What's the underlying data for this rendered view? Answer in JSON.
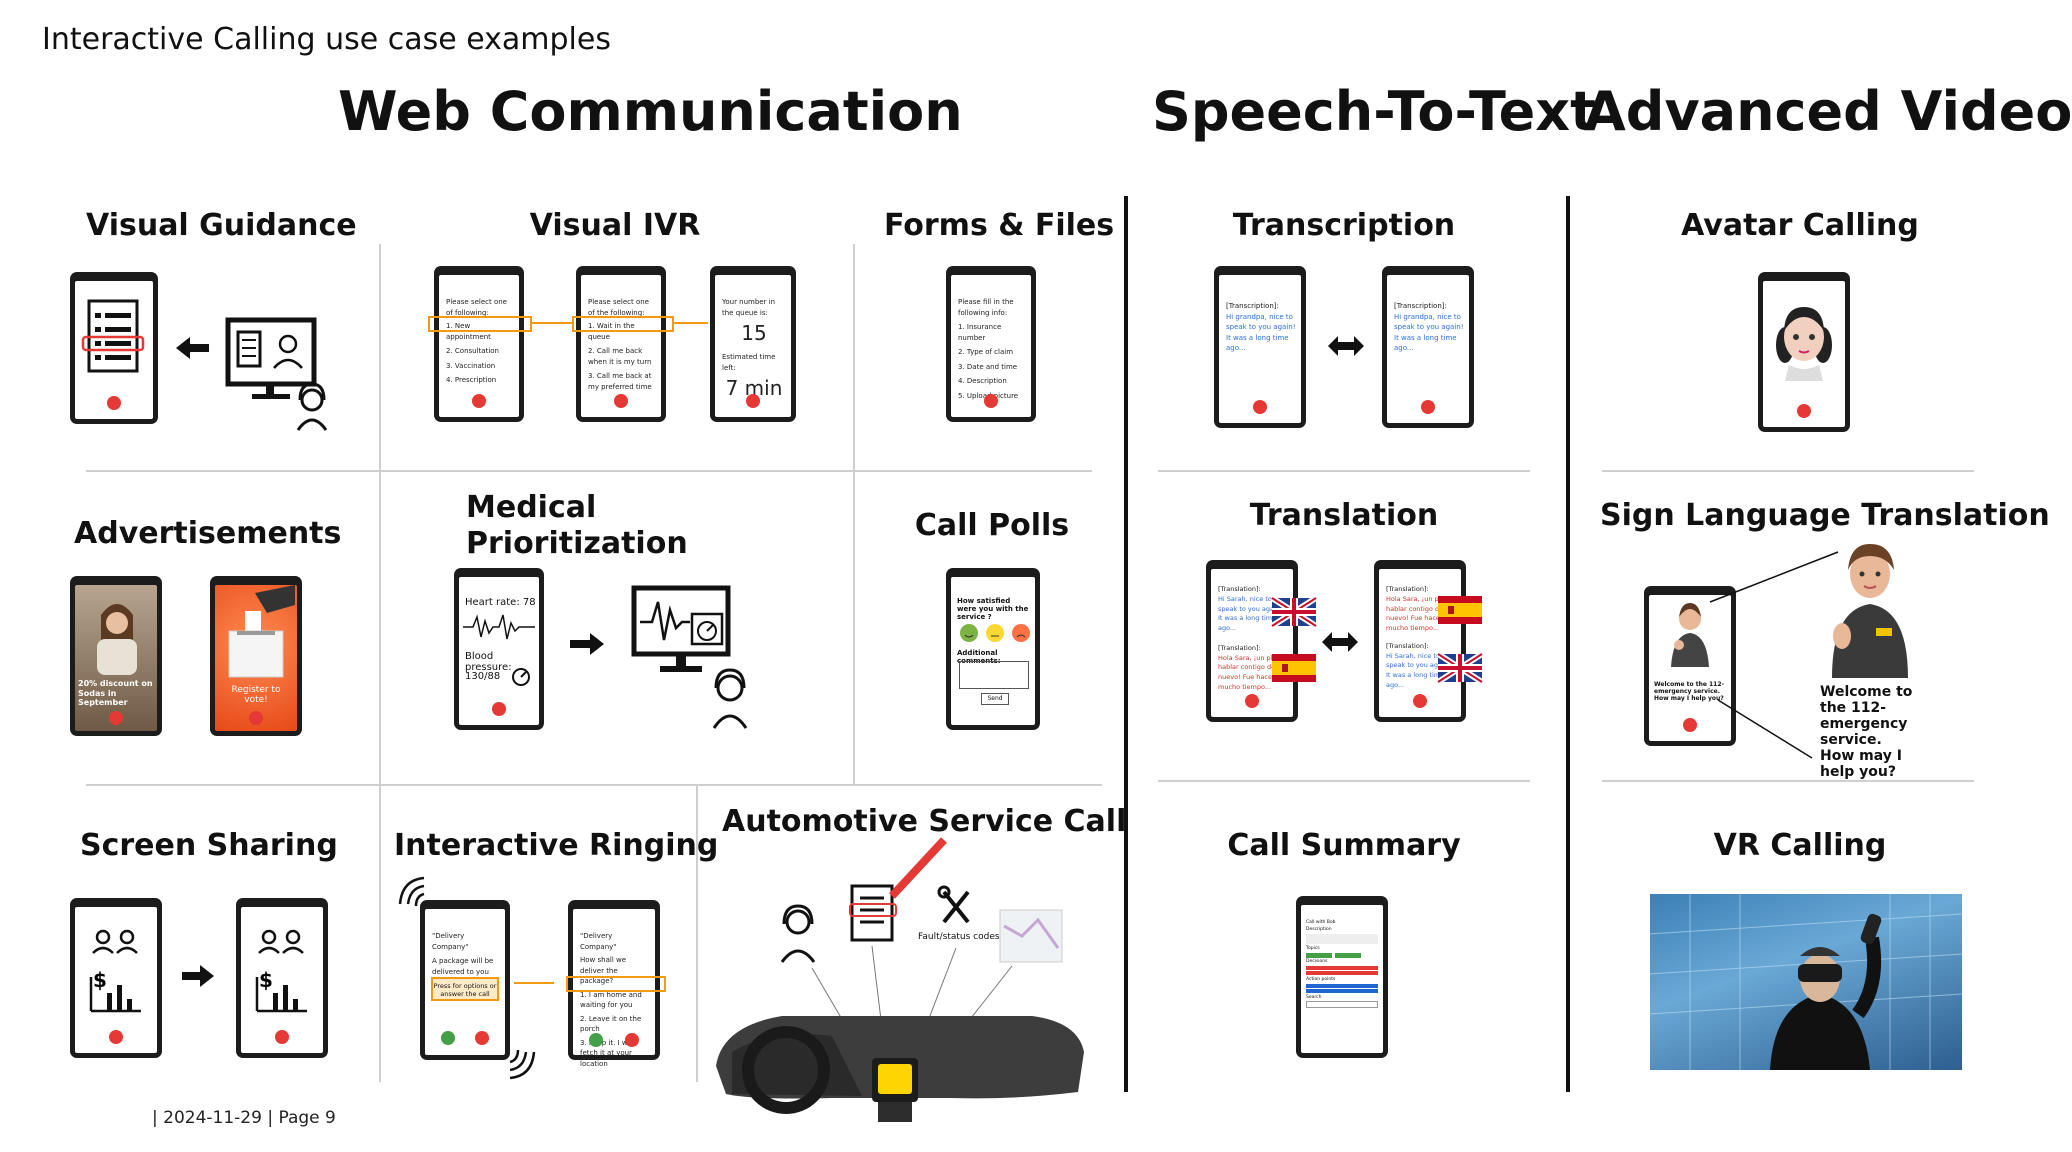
{
  "slide_title": "Interactive Calling use case examples",
  "sections": {
    "web": "Web Communication",
    "stt": "Speech-To-Text",
    "video": "Advanced Video"
  },
  "cells": {
    "visual_guidance": "Visual Guidance",
    "visual_ivr": "Visual IVR",
    "forms_files": "Forms & Files",
    "advertisements": "Advertisements",
    "medical_prioritization": "Medical\nPrioritization",
    "call_polls": "Call Polls",
    "screen_sharing": "Screen Sharing",
    "interactive_ringing": "Interactive Ringing",
    "automotive": "Automotive Service Call",
    "transcription": "Transcription",
    "translation": "Translation",
    "call_summary": "Call Summary",
    "avatar_calling": "Avatar Calling",
    "sign_language": "Sign Language Translation",
    "vr_calling": "VR Calling"
  },
  "ivr": {
    "p1": [
      "Please select one of following:",
      "1. New appointment",
      "2. Consultation",
      "3. Vaccination",
      "4. Prescription"
    ],
    "p2": [
      "Please select one of the following:",
      "1. Wait in the queue",
      "2. Call me back when it is my turn",
      "3. Call me back at my preferred time"
    ],
    "p3_label1": "Your number in the queue is:",
    "p3_num": "15",
    "p3_label2": "Estimated time left:",
    "p3_time": "7 min"
  },
  "forms": [
    "Please fill in the following info:",
    "1. Insurance number",
    "2. Type of claim",
    "3. Date and time",
    "4. Description",
    "5. Upload picture"
  ],
  "ads": {
    "ad1": "20% discount on Sodas in September",
    "ad2": "Register to vote!"
  },
  "medical": {
    "heart": "Heart rate: 78",
    "bp_label": "Blood pressure:",
    "bp_value": "130/88"
  },
  "polls": {
    "question": "How satisfied were you with the service ?",
    "comments": "Additional comments:",
    "send": "Send"
  },
  "ringing": {
    "p1": [
      "\"Delivery Company\"",
      "A package will be delivered to you shortly"
    ],
    "p1_box": "Press for options or answer the call",
    "p2": [
      "\"Delivery Company\"",
      "How shall we deliver the package?",
      "1. I am home and waiting for you",
      "2. Leave it on the porch",
      "3. Keep it. I will fetch it at your location"
    ]
  },
  "automotive": {
    "fault_label": "Fault/status codes"
  },
  "transcription": {
    "tag": "[Transcription]:",
    "text": "Hi grandpa, nice to speak to you again! It was a long time ago..."
  },
  "translation": {
    "tag": "[Translation]:",
    "en": "Hi Sarah, nice to speak to you again! It was a long time ago...",
    "es": "Hola Sara, ¡un placer hablar contigo de nuevo! Fue hace mucho tiempo..."
  },
  "summary": {
    "lines": [
      "Call with Bob",
      "Description",
      "Topics",
      "Decisions",
      "Action points",
      "Search"
    ]
  },
  "sign": {
    "small": "Welcome to the 112-emergency service. How may I help you?",
    "big": "Welcome to the 112-emergency service. How may I help you?"
  },
  "footer": "|  2024-11-29  |  Page 9",
  "colors": {
    "orange": "#f29b12",
    "hangup": "#e53935",
    "divider": "#cfcfcf",
    "blue_text": "#2f6fd6",
    "red_text": "#d32f2f"
  }
}
